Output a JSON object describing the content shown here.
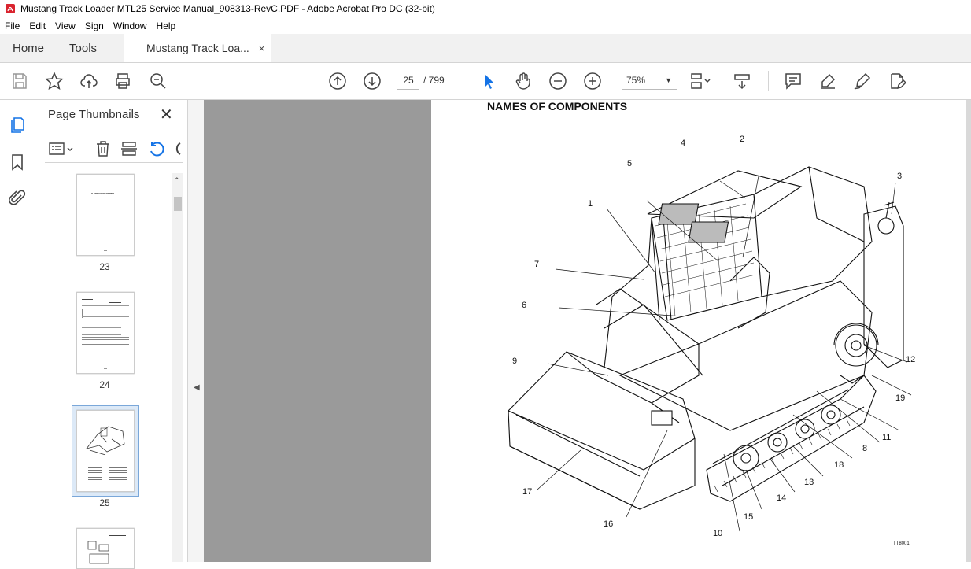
{
  "window": {
    "title": "Mustang Track Loader MTL25 Service Manual_908313-RevC.PDF - Adobe Acrobat Pro DC (32-bit)"
  },
  "menu": [
    "File",
    "Edit",
    "View",
    "Sign",
    "Window",
    "Help"
  ],
  "tabs": {
    "home": "Home",
    "tools": "Tools",
    "doc": "Mustang Track Loa...",
    "close": "×"
  },
  "toolbar": {
    "page_current": "25",
    "page_total": "/  799",
    "zoom": "75%",
    "zoom_arrow": "▼"
  },
  "panel": {
    "title": "Page Thumbnails",
    "close": "✕",
    "thumbnails": [
      {
        "label": "23",
        "text": "II - SPECIFICATIONS"
      },
      {
        "label": "24",
        "text": ""
      },
      {
        "label": "25",
        "text": "",
        "selected": true
      },
      {
        "label": "",
        "text": ""
      }
    ]
  },
  "document": {
    "heading": "NAMES OF COMPONENTS",
    "figure_id": "TT8001",
    "callouts": [
      "4",
      "2",
      "5",
      "3",
      "1",
      "7",
      "6",
      "9",
      "12",
      "19",
      "11",
      "8",
      "18",
      "13",
      "14",
      "15",
      "10",
      "16",
      "17"
    ]
  },
  "colors": {
    "accent": "#1473e6",
    "viewer_bg": "#9a9a9a",
    "pdf_red": "#d9232e"
  }
}
